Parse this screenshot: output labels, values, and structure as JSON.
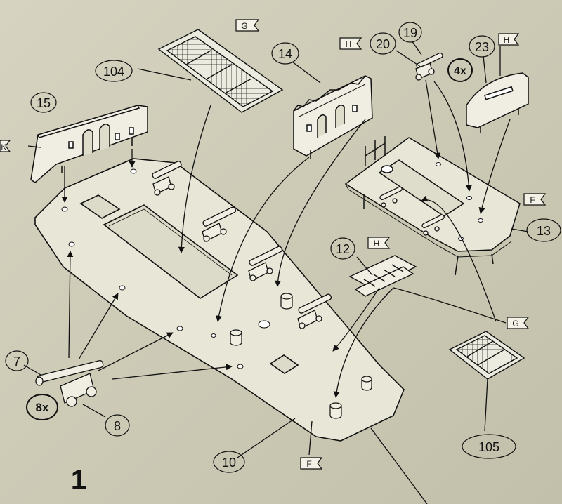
{
  "step_number": "1",
  "part_numbers": {
    "p15": "15",
    "p104": "104",
    "p14": "14",
    "p20": "20",
    "p19": "19",
    "p23": "23",
    "p13": "13",
    "p12": "12",
    "p7": "7",
    "p8": "8",
    "p10": "10",
    "p105": "105"
  },
  "quantities": {
    "q_cannons_deck": "8x",
    "q_cannons_upper": "4x"
  },
  "flags": {
    "f_grating_top": "G",
    "f_wall14": "H",
    "f_wall23": "H",
    "f_ladder": "H",
    "f_grating_bottom": "G",
    "f_deck13": "F",
    "f_deck10": "F",
    "f_wall15": "K"
  }
}
